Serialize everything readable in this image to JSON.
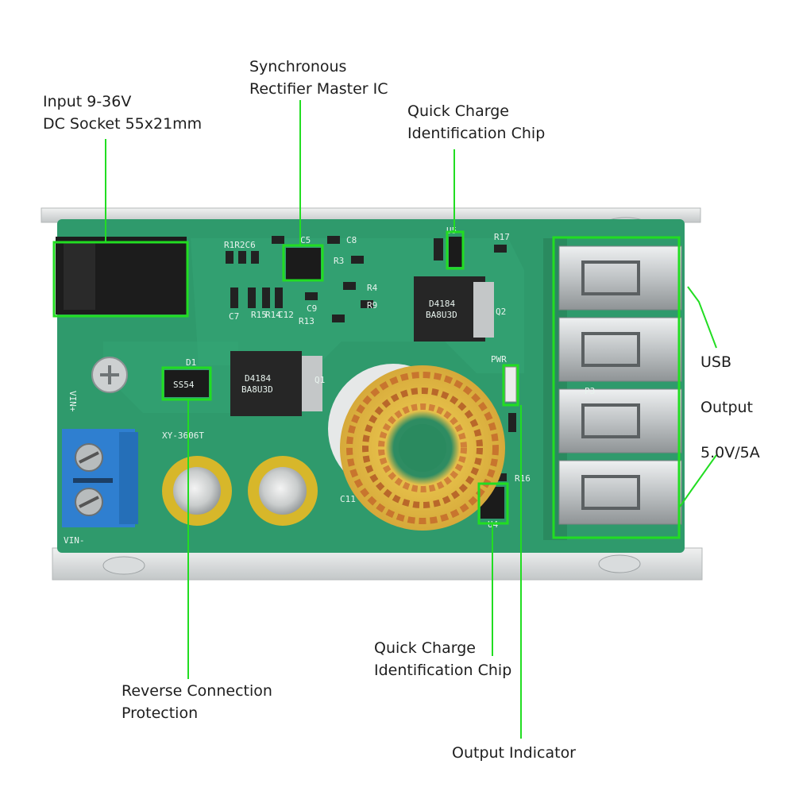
{
  "board": {
    "model": "XY-3606T",
    "vin_plus": "VIN+",
    "vin_minus": "VIN-",
    "pwr": "PWR",
    "silk": {
      "r1": "R1",
      "r2": "R2",
      "c6": "C6",
      "c5": "C5",
      "c8": "C8",
      "r3": "R3",
      "c7": "C7",
      "r15": "R15",
      "r14": "R14",
      "c12": "C12",
      "c9": "C9",
      "r13": "R13",
      "r4": "R4",
      "r9": "R9",
      "u5": "U5",
      "r17": "R17",
      "d1": "D1",
      "ss54": "SS54",
      "q1": "Q1",
      "q2": "Q2",
      "c11": "C11",
      "r16": "R16",
      "u4": "U4",
      "p3": "P3",
      "mosfet_text": "D4184",
      "mosfet_code": "BA8U3D"
    }
  },
  "callouts": {
    "input": {
      "line1": "Input 9-36V",
      "line2": "DC Socket 55x21mm"
    },
    "sync_rect": {
      "line1": "Synchronous",
      "line2": "Rectifier Master IC"
    },
    "qc_chip_top": {
      "line1": "Quick Charge",
      "line2": "Identification Chip"
    },
    "usb_output": {
      "line1": "USB",
      "line2": "Output",
      "line3": "5.0V/5A"
    },
    "reverse": {
      "line1": "Reverse Connection",
      "line2": "Protection"
    },
    "qc_chip_bottom": {
      "line1": "Quick Charge",
      "line2": "Identification Chip"
    },
    "output_indicator": {
      "line1": "Output Indicator"
    }
  },
  "colors": {
    "highlight": "#22dd22",
    "pcb": "#2f9a6c",
    "pcb_dark": "#237a55",
    "copper": "#c8752e",
    "terminal": "#2f7fd0",
    "metal": "#d4d7d8"
  }
}
